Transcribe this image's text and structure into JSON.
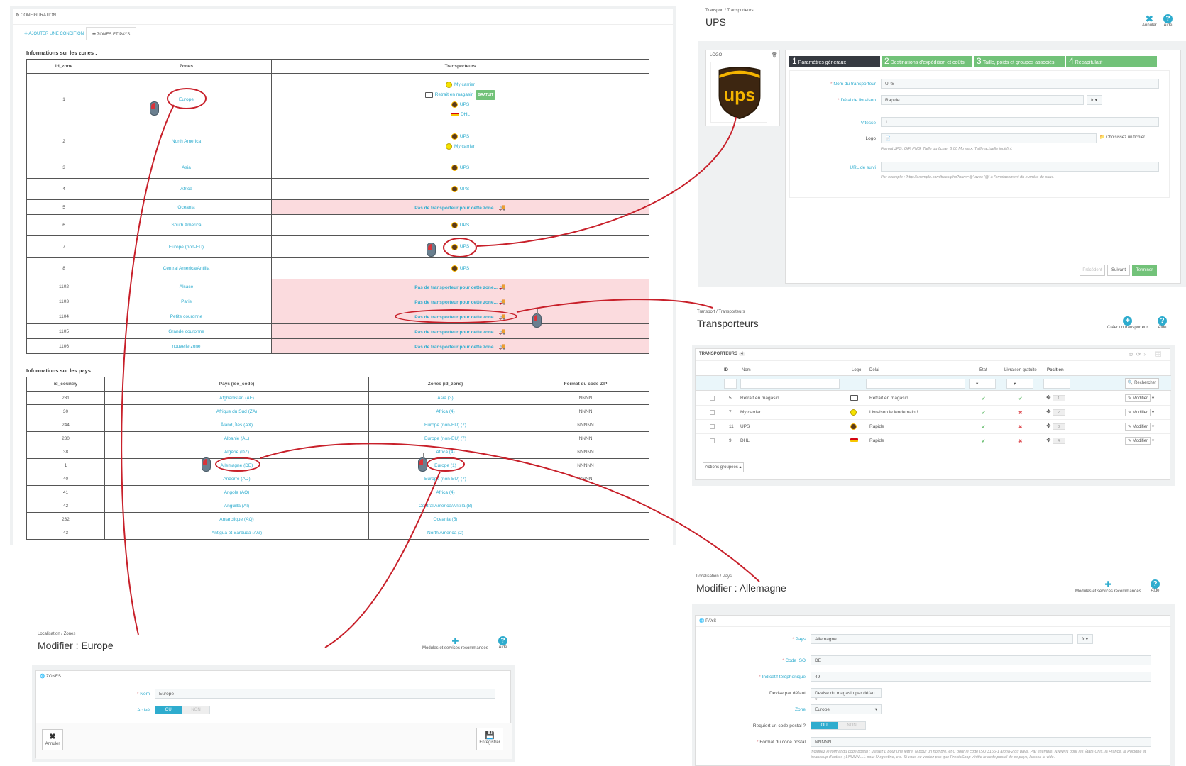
{
  "configuration": {
    "header": "CONFIGURATION",
    "tab_add": "AJOUTER UNE CONDITION",
    "tab_zones": "ZONES ET PAYS",
    "zones_title": "Informations sur les zones :",
    "zones_cols": [
      "id_zone",
      "Zones",
      "Transporteurs"
    ],
    "zones": [
      {
        "id": "1",
        "name": "Europe"
      },
      {
        "id": "2",
        "name": "North America"
      },
      {
        "id": "3",
        "name": "Asia"
      },
      {
        "id": "4",
        "name": "Africa"
      },
      {
        "id": "5",
        "name": "Oceania"
      },
      {
        "id": "6",
        "name": "South America"
      },
      {
        "id": "7",
        "name": "Europe (non-EU)"
      },
      {
        "id": "8",
        "name": "Central America/Antilla"
      },
      {
        "id": "1102",
        "name": "Alsace"
      },
      {
        "id": "1103",
        "name": "Paris"
      },
      {
        "id": "1104",
        "name": "Petite couronne"
      },
      {
        "id": "1105",
        "name": "Grande couronne"
      },
      {
        "id": "1106",
        "name": "nouvelle zone"
      }
    ],
    "carriers": {
      "my": "My carrier",
      "retrait": "Retrait en magasin",
      "gratuit": "GRATUIT",
      "ups": "UPS",
      "dhl": "DHL"
    },
    "no_carrier": "Pas de transporteur pour cette zone...",
    "pays_title": "Informations sur les pays :",
    "pays_cols": [
      "id_country",
      "Pays (iso_code)",
      "Zones (id_zone)",
      "Format du code ZIP"
    ],
    "pays": [
      {
        "id": "231",
        "pays": "Afghanistan (AF)",
        "zone": "Asia (3)",
        "zip": "NNNN"
      },
      {
        "id": "30",
        "pays": "Afrique du Sud (ZA)",
        "zone": "Africa (4)",
        "zip": "NNNN"
      },
      {
        "id": "244",
        "pays": "Åland, Îles (AX)",
        "zone": "Europe (non-EU) (7)",
        "zip": "NNNNN"
      },
      {
        "id": "230",
        "pays": "Albanie (AL)",
        "zone": "Europe (non-EU) (7)",
        "zip": "NNNN"
      },
      {
        "id": "38",
        "pays": "Algérie (DZ)",
        "zone": "Africa (4)",
        "zip": "NNNNN"
      },
      {
        "id": "1",
        "pays": "Allemagne (DE)",
        "zone": "Europe (1)",
        "zip": "NNNNN"
      },
      {
        "id": "40",
        "pays": "Andorre (AD)",
        "zone": "Europe (non-EU) (7)",
        "zip": "CNNN"
      },
      {
        "id": "41",
        "pays": "Angola (AO)",
        "zone": "Africa (4)",
        "zip": ""
      },
      {
        "id": "42",
        "pays": "Anguilla (AI)",
        "zone": "Central America/Antilla (8)",
        "zip": ""
      },
      {
        "id": "232",
        "pays": "Antarctique (AQ)",
        "zone": "Oceania (5)",
        "zip": ""
      },
      {
        "id": "43",
        "pays": "Antigua et Barbuda (AG)",
        "zone": "North America (2)",
        "zip": ""
      }
    ]
  },
  "ups": {
    "breadcrumb": "Transport  /  Transporteurs",
    "title": "UPS",
    "cancel": "Annuler",
    "help": "Aide",
    "logo_label": "LOGO",
    "steps": [
      {
        "n": "1",
        "label": "Paramètres généraux"
      },
      {
        "n": "2",
        "label": "Destinations d'expédition et coûts"
      },
      {
        "n": "3",
        "label": "Taille, poids et groupes associés"
      },
      {
        "n": "4",
        "label": "Récapitulatif"
      }
    ],
    "f_name_label": "Nom du transporteur",
    "f_name": "UPS",
    "f_delay_label": "Délai de livraison",
    "f_delay": "Rapide",
    "lang": "fr",
    "f_speed_label": "Vitesse",
    "f_speed": "1",
    "f_logo_label": "Logo",
    "choose_file": "Choisissez un fichier",
    "logo_help": "Format JPG, GIF, PNG. Taille du fichier 8.00 Mo max. Taille actuelle indéfini.",
    "f_url_label": "URL de suivi",
    "url_help": "Par exemple : 'http://exemple.com/track.php?num=@' avec '@' à l'emplacement du numéro de suivi.",
    "prev": "Précédent",
    "next": "Suivant",
    "finish": "Terminer"
  },
  "transporteurs": {
    "breadcrumb": "Transport  /  Transporteurs",
    "title": "Transporteurs",
    "create": "Créer un transporteur",
    "help": "Aide",
    "panel_title": "TRANSPORTEURS",
    "count": "4",
    "cols": [
      "ID",
      "Nom",
      "Logo",
      "Délai",
      "État",
      "Livraison gratuite",
      "Position"
    ],
    "search": "Rechercher",
    "rows": [
      {
        "id": "5",
        "name": "Retrait en magasin",
        "delay": "Retrait en magasin",
        "pos": "1",
        "free": true
      },
      {
        "id": "7",
        "name": "My carrier",
        "delay": "Livraison le lendemain !",
        "pos": "2",
        "free": false
      },
      {
        "id": "11",
        "name": "UPS",
        "delay": "Rapide",
        "pos": "3",
        "free": false
      },
      {
        "id": "9",
        "name": "DHL",
        "delay": "Rapide",
        "pos": "4",
        "free": false
      }
    ],
    "modify": "Modifier",
    "bulk": "Actions groupées"
  },
  "europe": {
    "breadcrumb": "Localisation  /  Zones",
    "title": "Modifier : Europe",
    "modules": "Modules et services recommandés",
    "help": "Aide",
    "panel": "ZONES",
    "nom_label": "Nom",
    "nom": "Europe",
    "active_label": "Activé",
    "oui": "OUI",
    "non": "NON",
    "cancel": "Annuler",
    "save": "Enregistrer"
  },
  "allemagne": {
    "breadcrumb": "Localisation  /  Pays",
    "title": "Modifier : Allemagne",
    "modules": "Modules et services recommandés",
    "help": "Aide",
    "panel": "PAYS",
    "pays_label": "Pays",
    "pays": "Allemagne",
    "lang": "fr",
    "iso_label": "Code ISO",
    "iso": "DE",
    "tel_label": "Indicatif téléphonique",
    "tel": "49",
    "devise_label": "Devise par défaut",
    "devise": "Devise du magasin par défau",
    "zone_label": "Zone",
    "zone": "Europe",
    "zipreq_label": "Requiert un code postal ?",
    "oui": "OUI",
    "non": "NON",
    "zipfmt_label": "Format du code postal",
    "zipfmt": "NNNNN",
    "zip_help": "Indiquez le format du code postal : utilisez L pour une lettre, N pour un nombre, et C pour le code ISO 3166-1 alpha-2 du pays. Par exemple, NNNNN pour les États-Unis, la France, la Pologne et beaucoup d'autres ; LNNNNLLL pour l'Argentine, etc. Si vous ne voulez pas que PrestaShop vérifie le code postal de ce pays, laissez le vide."
  }
}
